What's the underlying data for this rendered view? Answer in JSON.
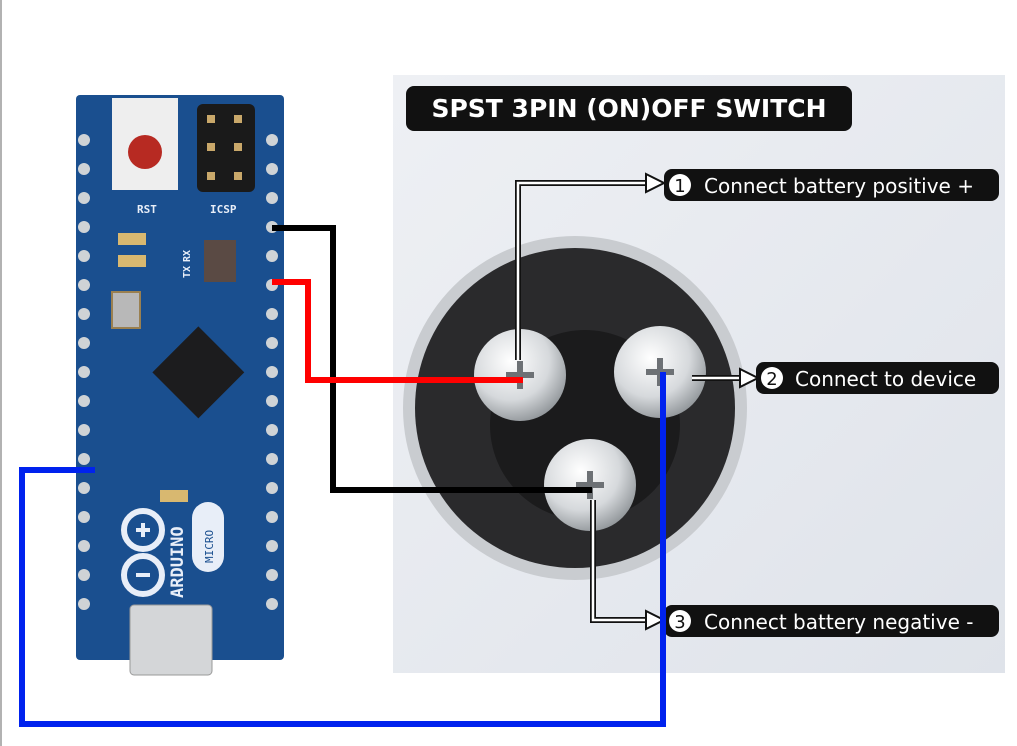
{
  "title": "SPST 3PIN (ON)OFF SWITCH",
  "labels": [
    {
      "num": "1",
      "text": "Connect battery positive +"
    },
    {
      "num": "2",
      "text": "Connect to device"
    },
    {
      "num": "3",
      "text": "Connect battery negative -"
    }
  ],
  "board": {
    "name": "ARDUINO",
    "model": "MICRO",
    "rst": "RST",
    "icsp": "ICSP",
    "tx": "TX",
    "rx": "RX"
  },
  "colors": {
    "wire_black": "#000000",
    "wire_red": "#ff0000",
    "wire_blue": "#0022ee",
    "pcb": "#1a4f8f"
  }
}
